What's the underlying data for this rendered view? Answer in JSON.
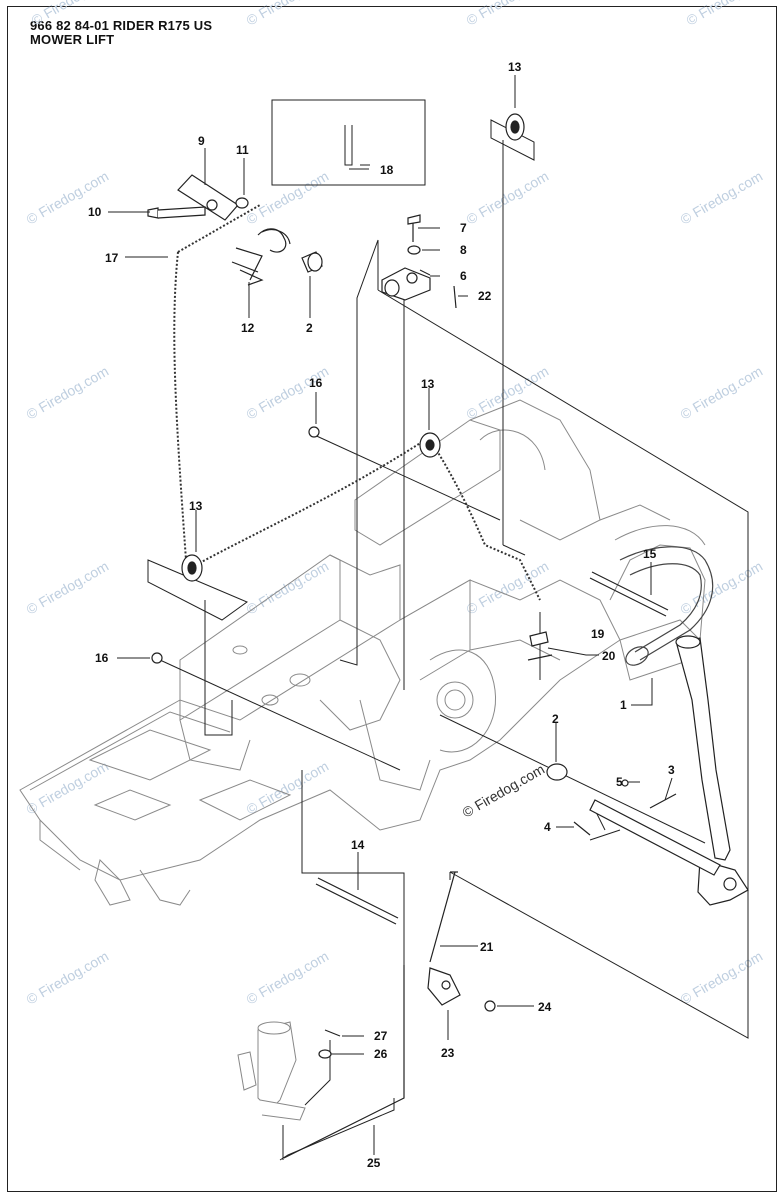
{
  "header": {
    "title": "966 82 84-01 RIDER R175 US",
    "subtitle": "MOWER LIFT"
  },
  "watermark": {
    "text": "© Firedog.com",
    "center_text": "© Firedog.com"
  },
  "callouts": [
    "13",
    "9",
    "11",
    "18",
    "10",
    "7",
    "8",
    "6",
    "22",
    "17",
    "12",
    "2",
    "16",
    "13",
    "13",
    "15",
    "19",
    "20",
    "16",
    "1",
    "2",
    "3",
    "5",
    "4",
    "14",
    "21",
    "24",
    "27",
    "26",
    "23",
    "25"
  ],
  "colors": {
    "line": "#222222",
    "faint": "#9a9a9a",
    "watermark": "#bfcfe0"
  }
}
